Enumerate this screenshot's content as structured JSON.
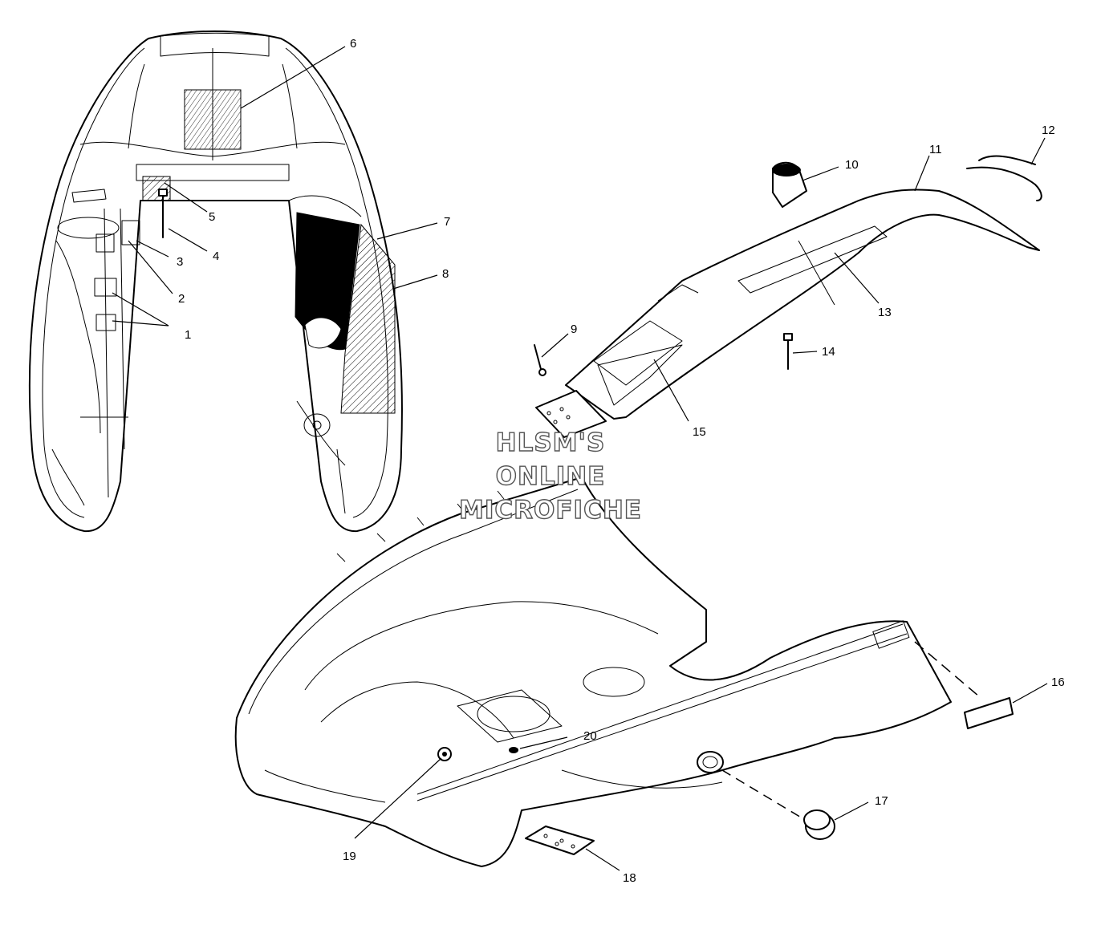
{
  "watermark": {
    "line1": "HLSM'S",
    "line2": "ONLINE",
    "line3": "MICROFICHE"
  },
  "callouts": [
    {
      "id": "1",
      "label": "1"
    },
    {
      "id": "2",
      "label": "2"
    },
    {
      "id": "3",
      "label": "3"
    },
    {
      "id": "4",
      "label": "4"
    },
    {
      "id": "5",
      "label": "5"
    },
    {
      "id": "6",
      "label": "6"
    },
    {
      "id": "7",
      "label": "7"
    },
    {
      "id": "8",
      "label": "8"
    },
    {
      "id": "9",
      "label": "9"
    },
    {
      "id": "10",
      "label": "10"
    },
    {
      "id": "11",
      "label": "11"
    },
    {
      "id": "12",
      "label": "12"
    },
    {
      "id": "13",
      "label": "13"
    },
    {
      "id": "14",
      "label": "14"
    },
    {
      "id": "15",
      "label": "15"
    },
    {
      "id": "16",
      "label": "16"
    },
    {
      "id": "17",
      "label": "17"
    },
    {
      "id": "18",
      "label": "18"
    },
    {
      "id": "19",
      "label": "19"
    },
    {
      "id": "20",
      "label": "20"
    }
  ]
}
